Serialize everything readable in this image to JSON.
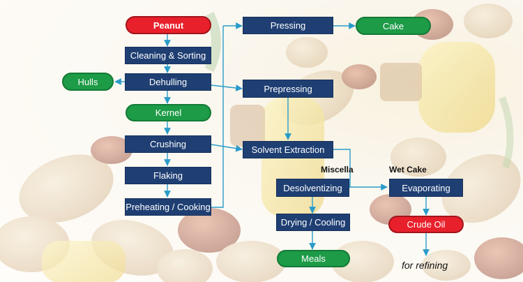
{
  "nodes": {
    "peanut": "Peanut",
    "cleaning": "Cleaning & Sorting",
    "hulls": "Hulls",
    "dehulling": "Dehulling",
    "kernel": "Kernel",
    "crushing": "Crushing",
    "flaking": "Flaking",
    "preheating": "Preheating / Cooking",
    "pressing": "Pressing",
    "cake": "Cake",
    "prepressing": "Prepressing",
    "solvent": "Solvent Extraction",
    "desolventizing": "Desolventizing",
    "drying": "Drying / Cooling",
    "meals": "Meals",
    "evaporating": "Evaporating",
    "crude_oil": "Crude Oil"
  },
  "labels": {
    "miscella": "Miscella",
    "wet_cake": "Wet Cake",
    "for_refining": "for refining"
  },
  "colors": {
    "process": "#1f3f73",
    "product": "#1d9b47",
    "input_output": "#e8202b",
    "arrow": "#2a9bc9"
  }
}
